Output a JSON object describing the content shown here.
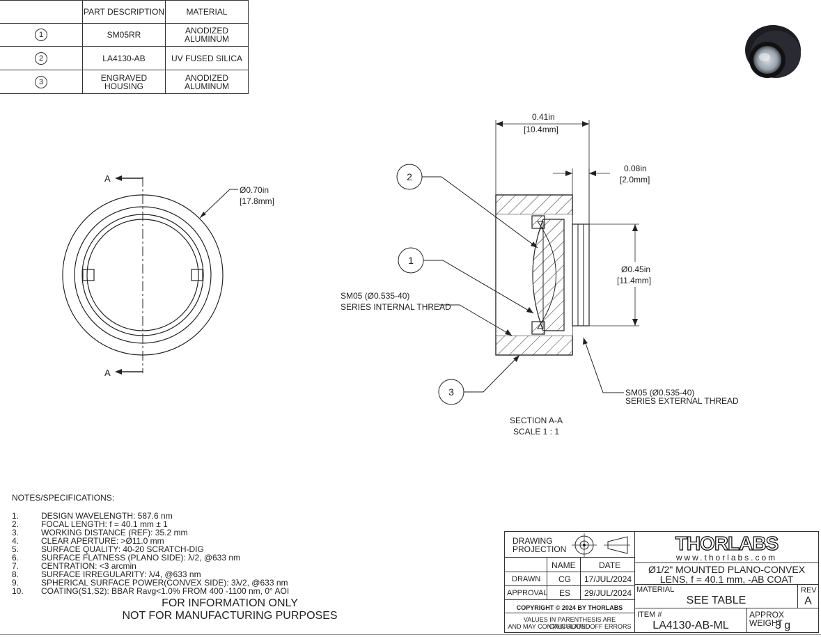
{
  "parts_table": {
    "headers": [
      "",
      "PART DESCRIPTION",
      "MATERIAL"
    ],
    "rows": [
      {
        "item": "1",
        "description": "SM05RR",
        "material": "ANODIZED ALUMINUM"
      },
      {
        "item": "2",
        "description": "LA4130-AB",
        "material": "UV FUSED SILICA"
      },
      {
        "item": "3",
        "description": "ENGRAVED HOUSING",
        "material": "ANODIZED ALUMINUM"
      }
    ]
  },
  "front_view": {
    "section_label_top": "A",
    "section_label_bottom": "A",
    "diameter_in": "Ø0.70in",
    "diameter_mm": "[17.8mm]"
  },
  "section_view": {
    "length_in": "0.41in",
    "length_mm": "[10.4mm]",
    "thread_len_in": "0.08in",
    "thread_len_mm": "[2.0mm]",
    "thread_dia_in": "Ø0.45in",
    "thread_dia_mm": "[11.4mm]",
    "internal_thread_line1": "SM05 (Ø0.535-40)",
    "internal_thread_line2": "SERIES INTERNAL THREAD",
    "external_thread_line1": "SM05 (Ø0.535-40)",
    "external_thread_line2": "SERIES EXTERNAL THREAD",
    "balloons": [
      "2",
      "1",
      "3"
    ],
    "caption_line1": "SECTION A-A",
    "caption_line2": "SCALE 1 : 1"
  },
  "notes": {
    "heading": "NOTES/SPECIFICATIONS:",
    "items": [
      {
        "n": "1.",
        "text": "DESIGN WAVELENGTH: 587.6 nm"
      },
      {
        "n": "2.",
        "text": "FOCAL LENGTH: f = 40.1 mm ± 1"
      },
      {
        "n": "3.",
        "text": "WORKING DISTANCE (REF): 35.2 mm"
      },
      {
        "n": "4.",
        "text": "CLEAR APERTURE: >Ø11.0 mm"
      },
      {
        "n": "5.",
        "text": "SURFACE QUALITY: 40-20 SCRATCH-DIG"
      },
      {
        "n": "6.",
        "text": "SURFACE FLATNESS (PLANO SIDE): λ/2, @633 nm"
      },
      {
        "n": "7.",
        "text": "CENTRATION: <3 arcmin"
      },
      {
        "n": "8.",
        "text": "SURFACE IRREGULARITY: λ/4, @633 nm"
      },
      {
        "n": "9.",
        "text": "SPHERICAL SURFACE POWER(CONVEX SIDE): 3λ/2, @633 nm"
      },
      {
        "n": "10.",
        "text": "COATING(S1,S2): BBAR Ravg<1.0% FROM 400 -1100 nm, 0° AOI"
      }
    ],
    "disclaimer_line1": "FOR INFORMATION ONLY",
    "disclaimer_line2": "NOT FOR MANUFACTURING PURPOSES"
  },
  "title_block": {
    "drawing_projection_line1": "DRAWING",
    "drawing_projection_line2": "PROJECTION",
    "name_header": "NAME",
    "date_header": "DATE",
    "drawn_label": "DRAWN",
    "drawn_name": "CG",
    "drawn_date": "17/JUL/2024",
    "approval_label": "APPROVAL",
    "approval_name": "ES",
    "approval_date": "29/JUL/2024",
    "copyright": "COPYRIGHT © 2024 BY THORLABS",
    "values_note_line1": "VALUES IN PARENTHESIS ARE CALCULATED",
    "values_note_line2": "AND MAY CONTAIN ROUNDOFF ERRORS",
    "brand": "THORLABS",
    "website": "www.thorlabs.com",
    "part_title_line1": "Ø1/2\" MOUNTED PLANO-CONVEX",
    "part_title_line2": "LENS, f = 40.1 mm, -AB COAT",
    "material_label": "MATERIAL",
    "material_value": "SEE TABLE",
    "rev_label": "REV",
    "rev_value": "A",
    "item_label": "ITEM #",
    "item_value": "LA4130-AB-ML",
    "weight_label": "APPROX WEIGHT",
    "weight_value": "3 g"
  }
}
